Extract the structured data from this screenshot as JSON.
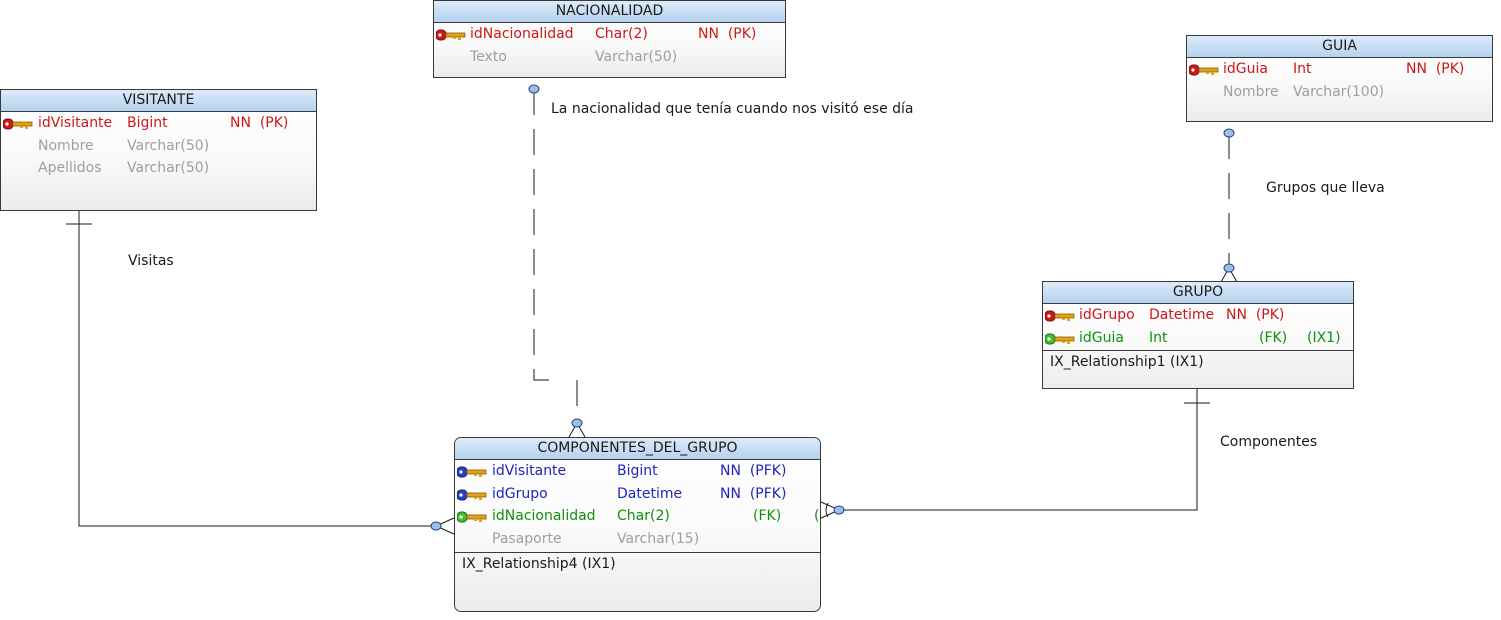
{
  "colors": {
    "pk": "#cc1818",
    "pfk": "#1f25b8",
    "fk": "#119011",
    "attribute": "#9e9e9e",
    "header": "#b6d2ee"
  },
  "entities": {
    "nacionalidad": {
      "title": "NACIONALIDAD",
      "rows": [
        {
          "name": "idNacionalidad",
          "type": "Char(2)",
          "flags": "NN  (PK)",
          "key": "pk-key-icon"
        },
        {
          "name": "Texto",
          "type": "Varchar(50)",
          "flags": ""
        }
      ]
    },
    "visitante": {
      "title": "VISITANTE",
      "rows": [
        {
          "name": "idVisitante",
          "type": "Bigint",
          "flags": "NN  (PK)",
          "key": "pk-key-icon"
        },
        {
          "name": "Nombre",
          "type": "Varchar(50)",
          "flags": ""
        },
        {
          "name": "Apellidos",
          "type": "Varchar(50)",
          "flags": ""
        }
      ]
    },
    "guia": {
      "title": "GUIA",
      "rows": [
        {
          "name": "idGuia",
          "type": "Int",
          "flags": "NN  (PK)",
          "key": "pk-key-icon"
        },
        {
          "name": "Nombre",
          "type": "Varchar(100)",
          "flags": ""
        }
      ]
    },
    "grupo": {
      "title": "GRUPO",
      "rows": [
        {
          "name": "idGrupo",
          "type": "Datetime",
          "flags": "NN  (PK)",
          "key": "pk-key-icon"
        },
        {
          "name": "idGuia",
          "type": "Int",
          "flags": "(FK)",
          "index": "(IX1)",
          "key": "fk-key-icon"
        }
      ],
      "index": "IX_Relationship1 (IX1)"
    },
    "componentes": {
      "title": "COMPONENTES_DEL_GRUPO",
      "rows": [
        {
          "name": "idVisitante",
          "type": "Bigint",
          "flags": "NN  (PFK)",
          "key": "pfk-key-icon"
        },
        {
          "name": "idGrupo",
          "type": "Datetime",
          "flags": "NN  (PFK)",
          "key": "pfk-key-icon"
        },
        {
          "name": "idNacionalidad",
          "type": "Char(2)",
          "flags": "(FK)",
          "index": "(",
          "key": "fk-key-icon"
        },
        {
          "name": "Pasaporte",
          "type": "Varchar(15)",
          "flags": ""
        }
      ],
      "index": "IX_Relationship4 (IX1)"
    }
  },
  "relationships": {
    "nacionalidad_label": "La nacionalidad que tenía cuando nos visitó ese día",
    "guia_label": "Grupos que lleva",
    "visitante_label": "Visitas",
    "grupo_label": "Componentes"
  }
}
